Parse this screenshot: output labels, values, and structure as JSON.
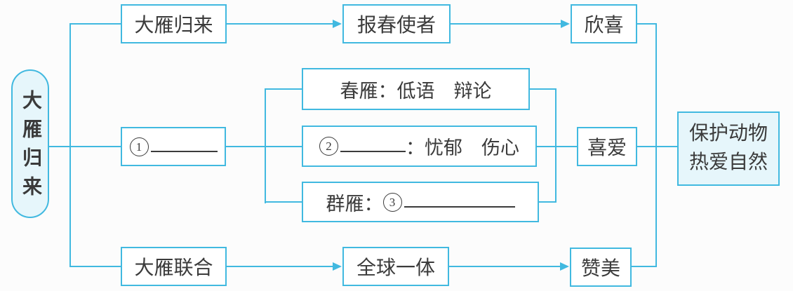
{
  "root": {
    "label": "大雁归来"
  },
  "branch_top": {
    "node": "大雁归来",
    "detail": "报春使者",
    "emotion": "欣喜"
  },
  "branch_middle": {
    "node_number": "1",
    "details": [
      {
        "text": "春雁：低语　辩论"
      },
      {
        "number": "2",
        "text_after": "：忧郁　伤心"
      },
      {
        "text_before": "群雁：",
        "number": "3"
      }
    ],
    "emotion": "喜爱"
  },
  "branch_bottom": {
    "node": "大雁联合",
    "detail": "全球一体",
    "emotion": "赞美"
  },
  "conclusion": {
    "lines": [
      "保护动物",
      "热爱自然"
    ]
  },
  "colors": {
    "line": "#41b9e0",
    "node_fill": "#e6f6fb",
    "box_fill": "#ffffff",
    "text": "#3b3b3b"
  }
}
